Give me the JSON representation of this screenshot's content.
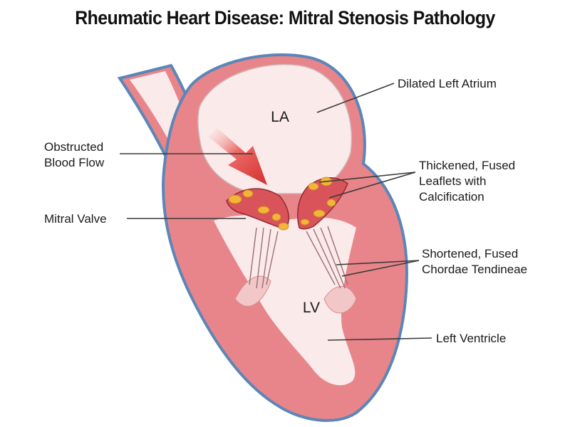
{
  "title": "Rheumatic Heart Disease: Mitral Stenosis Pathology",
  "chambers": {
    "la": "LA",
    "lv": "LV"
  },
  "labels": {
    "dilated_left_atrium": "Dilated Left Atrium",
    "obstructed_flow_line1": "Obstructed",
    "obstructed_flow_line2": "Blood Flow",
    "thickened_line1": "Thickened, Fused",
    "thickened_line2": "Leaflets with",
    "thickened_line3": "Calcification",
    "mitral_valve": "Mitral Valve",
    "chordae_line1": "Shortened, Fused",
    "chordae_line2": "Chordae Tendineae",
    "left_ventricle": "Left Ventricle"
  },
  "colors": {
    "myocardium": "#e8858a",
    "epicardium_outline": "#5b86b8",
    "chamber_fill": "#fbeaea",
    "flow_arrow": "#d83a3a",
    "calcification": "#f3b43a",
    "leaflet": "#d9545a"
  },
  "icons": {
    "flow_arrow": "flow-arrow-icon"
  }
}
